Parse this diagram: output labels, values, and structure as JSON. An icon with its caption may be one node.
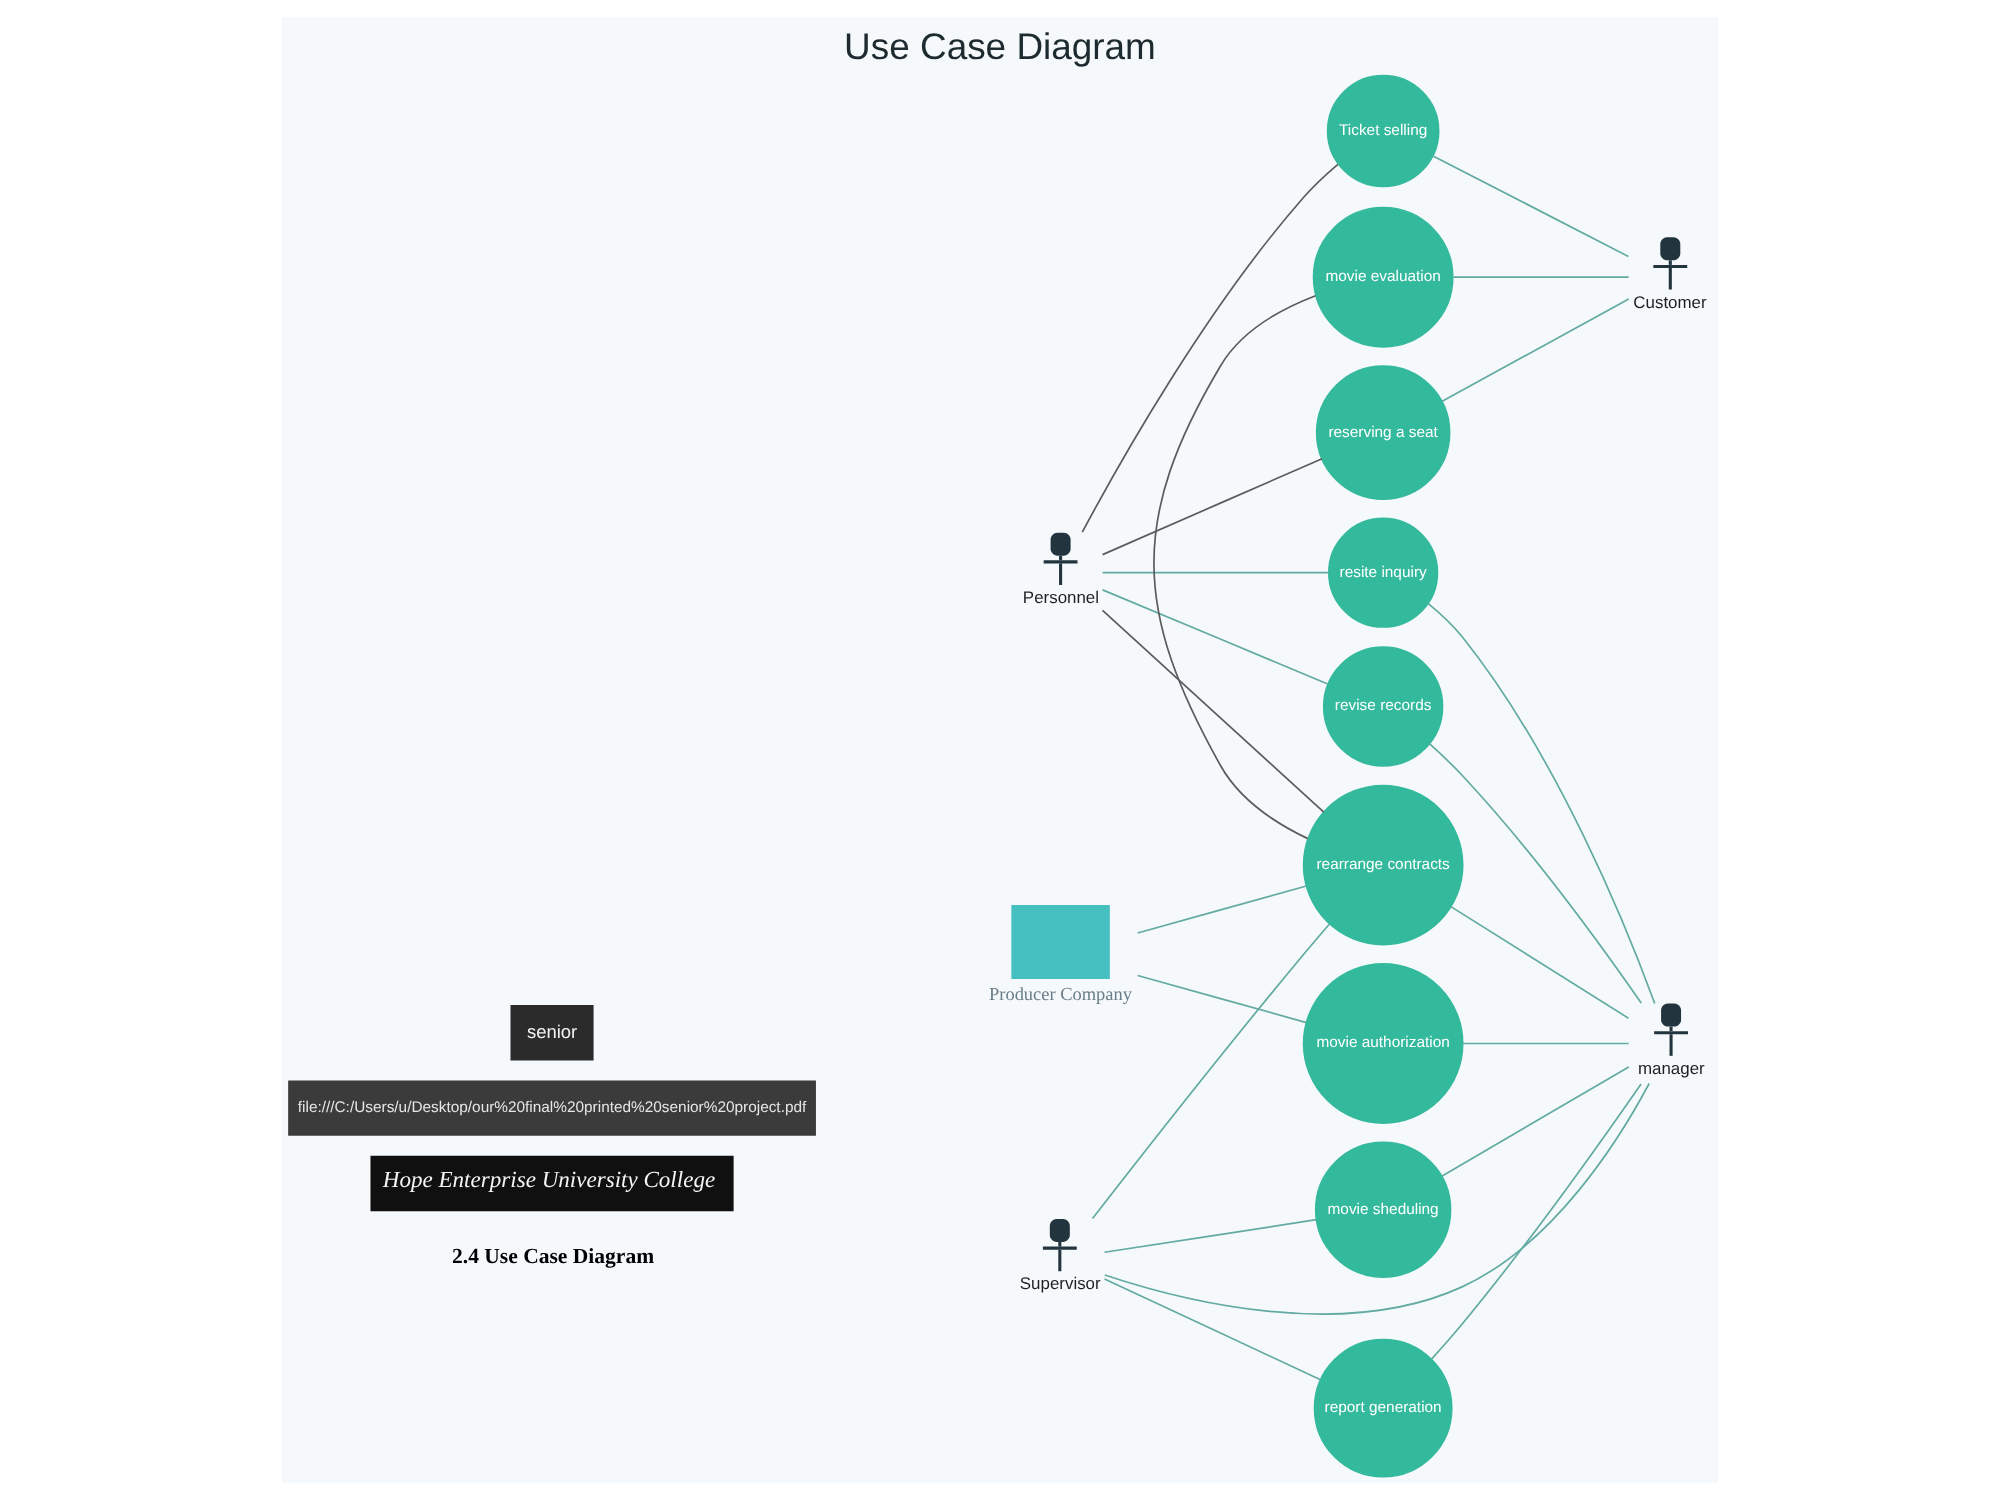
{
  "diagram": {
    "title": "Use Case Diagram",
    "nodes": [
      {
        "text": [
          "Ticket selling"
        ]
      },
      {
        "text": [
          "Personnel"
        ]
      },
      {
        "text": [
          "movie authorization"
        ]
      },
      {
        "text": [
          "manager"
        ]
      },
      {
        "text": [
          "reserving a seat"
        ]
      },
      {
        "text": [
          "resite inquiry"
        ]
      },
      {
        "text": [
          "revise records"
        ]
      },
      {
        "text": [
          "Producer Company"
        ]
      },
      {
        "text": [
          "rearrange contracts"
        ]
      },
      {
        "text": [
          "report generation"
        ]
      },
      {
        "text": [
          "Customer"
        ]
      },
      {
        "text": [
          "movie evaluation"
        ]
      },
      {
        "text": [
          "movie sheduling"
        ]
      },
      {
        "text": [
          "Supervisor"
        ]
      }
    ],
    "edges": [
      {
        "from": 1,
        "to": 0,
        "arrow": "none",
        "color": "#5b5b5b"
      },
      {
        "from": 1,
        "to": 4,
        "arrow": "none",
        "color": "#5b5b5b"
      },
      {
        "from": 1,
        "to": 5,
        "arrow": "none"
      },
      {
        "from": 1,
        "to": 6,
        "arrow": "none"
      },
      {
        "from": 1,
        "to": 8,
        "arrow": "none",
        "color": "#5b5b5b"
      },
      {
        "from": 8,
        "to": 11,
        "arrow": "none",
        "color": "#5b5b5b"
      },
      {
        "from": 7,
        "to": 2,
        "arrow": "none"
      },
      {
        "from": 7,
        "to": 8,
        "arrow": "none"
      },
      {
        "from": 2,
        "to": 3,
        "arrow": "none"
      },
      {
        "from": 5,
        "to": 3,
        "arrow": "none"
      },
      {
        "from": 8,
        "to": 3,
        "arrow": "none"
      },
      {
        "from": 6,
        "to": 3,
        "arrow": "none"
      },
      {
        "from": 9,
        "to": 3,
        "arrow": "none"
      },
      {
        "from": 12,
        "to": 3,
        "arrow": "none"
      },
      {
        "from": 13,
        "to": 3,
        "arrow": "none"
      },
      {
        "from": 0,
        "to": 10,
        "arrow": "none"
      },
      {
        "from": 4,
        "to": 10,
        "arrow": "none"
      },
      {
        "from": 11,
        "to": 10,
        "arrow": "none"
      },
      {
        "from": 13,
        "to": 8,
        "arrow": "none"
      },
      {
        "from": 13,
        "to": 9,
        "arrow": "none"
      },
      {
        "from": 13,
        "to": 12,
        "arrow": "none"
      }
    ],
    "labels": [
      "senior",
      "file:///C:/Users/u/Desktop/our%20final%20printed%20senior%20project.pdf",
      "Hope Enterprise University College",
      "2.4 Use Case Diagram"
    ]
  }
}
